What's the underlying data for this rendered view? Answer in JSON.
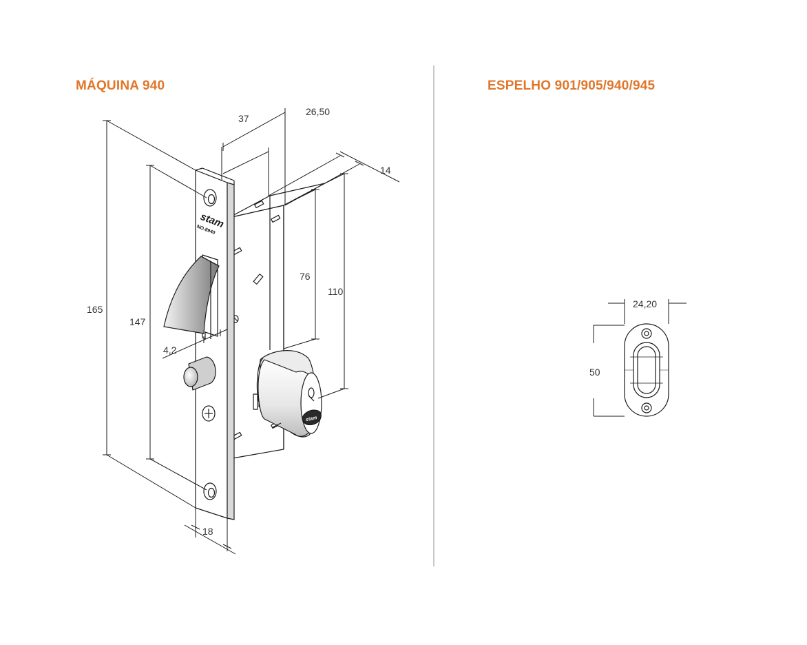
{
  "colors": {
    "title": "#e0762a",
    "line": "#1a1a1a",
    "divider": "#c8c8c8"
  },
  "left_section": {
    "title": "MÁQUINA 940",
    "brand_logo": "stam",
    "brand_subtext": "NO.8940",
    "dimensions": {
      "total_height": "165",
      "inner_height": "147",
      "backset": "37",
      "depth": "26,50",
      "thickness": "14",
      "center_height": "76",
      "body_height": "110",
      "offset": "4,2",
      "faceplate_width": "18"
    }
  },
  "right_section": {
    "title": "ESPELHO 901/905/940/945",
    "dimensions": {
      "width": "24,20",
      "height": "50"
    }
  }
}
